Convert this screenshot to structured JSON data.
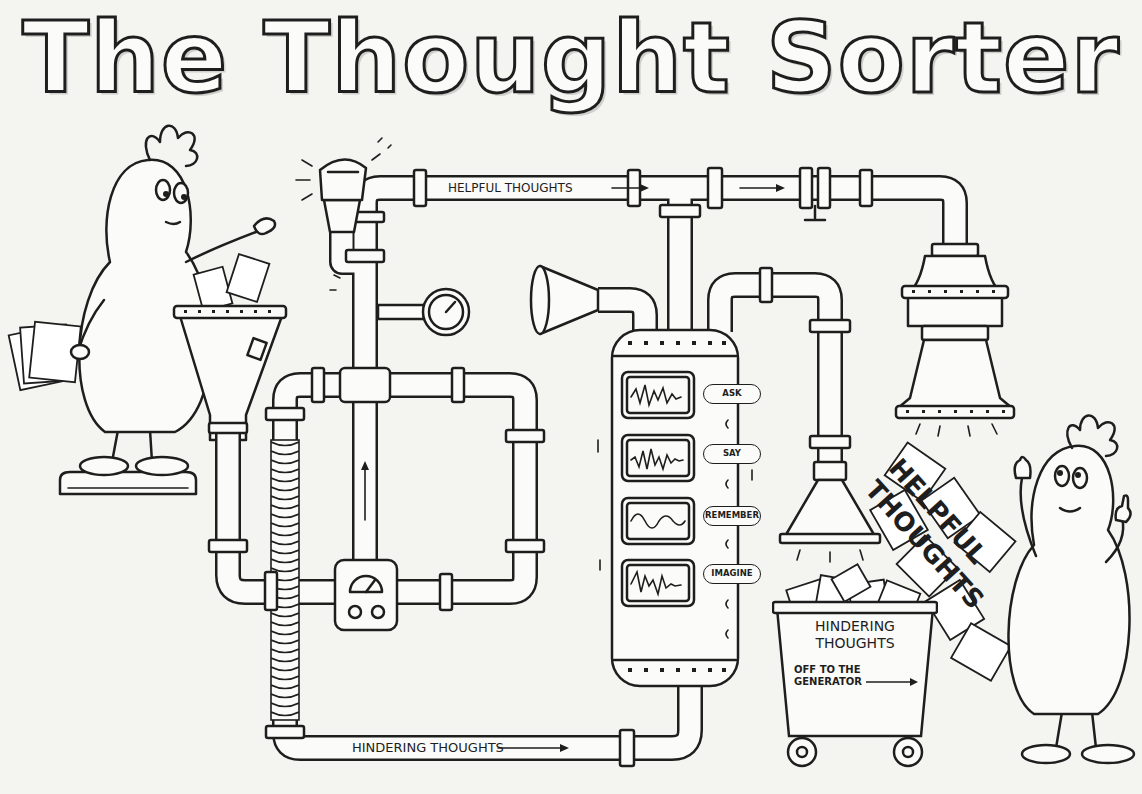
{
  "diagram": {
    "title": "The Thought Sorter",
    "nodes": [
      {
        "text": [
          "ASK"
        ]
      },
      {
        "text": [
          "SAY"
        ]
      },
      {
        "text": [
          "REMEMBER"
        ]
      },
      {
        "text": [
          "IMAGINE"
        ]
      },
      {
        "text": [
          "HINDERING THOUGHTS",
          "OFF TO THE GENERATOR"
        ]
      }
    ],
    "labels": [
      "HELPFUL THOUGHTS",
      "HELPFUL THOUGHTS",
      "HINDERING THOUGHTS"
    ]
  }
}
